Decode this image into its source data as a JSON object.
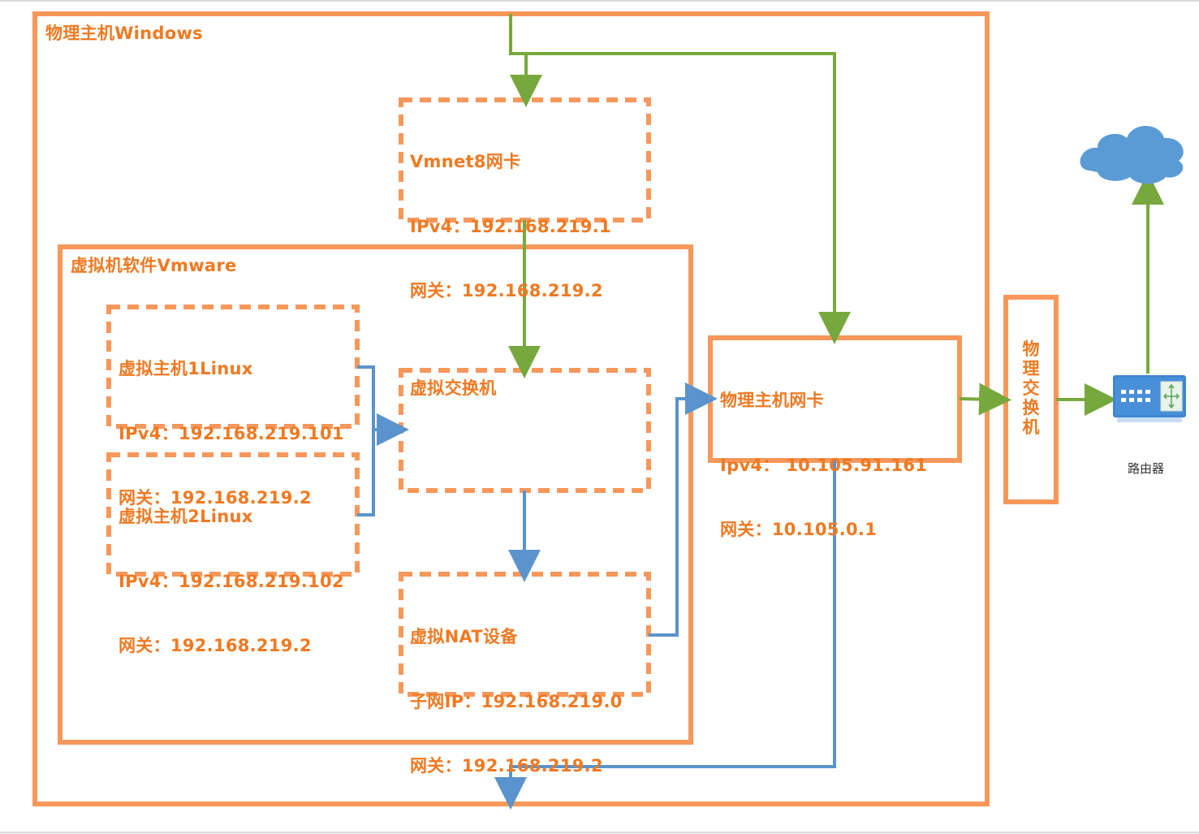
{
  "colors": {
    "frame": "#f7975a",
    "label": "#f07921",
    "green_link": "#77a83d",
    "blue_link": "#5b93cc",
    "cloud": "#5b9bd5",
    "router": "#4a90d9"
  },
  "physical_host": {
    "title": "物理主机Windows"
  },
  "vmnet8": {
    "title": "Vmnet8网卡",
    "ipv4": "IPv4：192.168.219.1",
    "gateway": "网关：192.168.219.2"
  },
  "vmware": {
    "title": "虚拟机软件Vmware"
  },
  "vm1": {
    "title": "虚拟主机1Linux",
    "ipv4": "IPv4：192.168.219.101",
    "gateway": "网关：192.168.219.2"
  },
  "vm2": {
    "title": "虚拟主机2Linux",
    "ipv4": "IPv4：192.168.219.102",
    "gateway": "网关：192.168.219.2"
  },
  "virtual_switch": {
    "title": "虚拟交换机"
  },
  "nat_device": {
    "title": "虚拟NAT设备",
    "subnet": "子网IP：192.168.219.0",
    "gateway": "网关：192.168.219.2"
  },
  "host_nic": {
    "title": "物理主机网卡",
    "ipv4": "Ipv4： 10.105.91.161",
    "gateway": "网关：10.105.0.1"
  },
  "physical_switch": {
    "title": "物理交换机"
  },
  "router": {
    "label": "路由器",
    "icon": "router-icon"
  },
  "cloud": {
    "icon": "cloud-icon"
  }
}
